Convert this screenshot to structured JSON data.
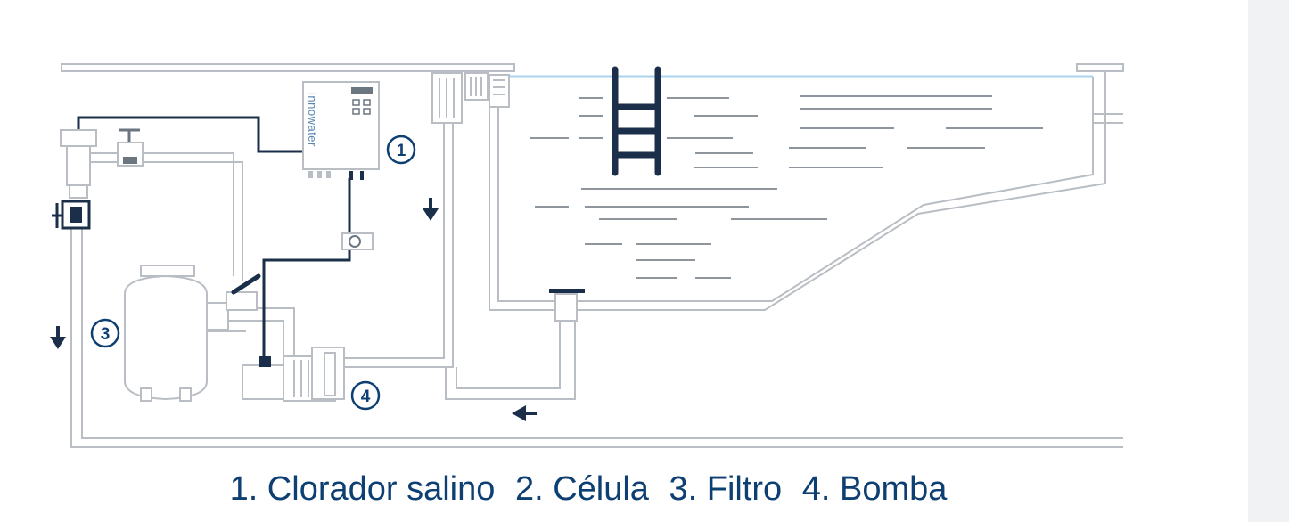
{
  "diagram": {
    "brand": "innowater",
    "badges": [
      "1",
      "3",
      "4"
    ],
    "legend": [
      "1. Clorador salino",
      "2. Célula",
      "3. Filtro",
      "4. Bomba"
    ]
  },
  "colors": {
    "navy": "#0e3f73",
    "dark_line": "#1b2f4a",
    "pipe_outline": "#b8bec4",
    "water_line": "#a9d3ec",
    "background": "#ffffff"
  }
}
